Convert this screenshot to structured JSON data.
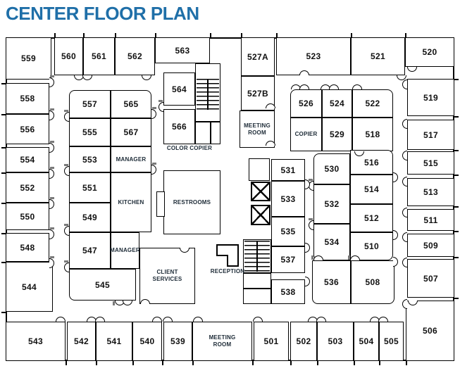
{
  "title": "CENTER FLOOR PLAN",
  "colors": {
    "title": "#1f6fa8",
    "wall": "#000000",
    "room_number": "#111111",
    "room_label": "#1c2a36",
    "door_leaf": "#7a7a7a",
    "background": "#ffffff"
  },
  "icons": {
    "stairs-icon": "hatched-tread-lines",
    "elevator-icon": "box-with-diagonal-cross",
    "reception-desk-icon": "L-shaped-counter",
    "door-icon": "semicircle-swing-arc"
  },
  "rooms": [
    {
      "id": "559",
      "label": "559"
    },
    {
      "id": "560",
      "label": "560"
    },
    {
      "id": "561",
      "label": "561"
    },
    {
      "id": "562",
      "label": "562"
    },
    {
      "id": "563",
      "label": "563"
    },
    {
      "id": "527A",
      "label": "527A"
    },
    {
      "id": "523",
      "label": "523"
    },
    {
      "id": "521",
      "label": "521"
    },
    {
      "id": "520",
      "label": "520"
    },
    {
      "id": "558",
      "label": "558"
    },
    {
      "id": "556",
      "label": "556"
    },
    {
      "id": "554",
      "label": "554"
    },
    {
      "id": "552",
      "label": "552"
    },
    {
      "id": "550",
      "label": "550"
    },
    {
      "id": "548",
      "label": "548"
    },
    {
      "id": "544",
      "label": "544"
    },
    {
      "id": "543",
      "label": "543"
    },
    {
      "id": "542",
      "label": "542"
    },
    {
      "id": "541",
      "label": "541"
    },
    {
      "id": "540",
      "label": "540"
    },
    {
      "id": "539",
      "label": "539"
    },
    {
      "id": "501",
      "label": "501"
    },
    {
      "id": "502",
      "label": "502"
    },
    {
      "id": "503",
      "label": "503"
    },
    {
      "id": "504",
      "label": "504"
    },
    {
      "id": "505",
      "label": "505"
    },
    {
      "id": "506",
      "label": "506"
    },
    {
      "id": "507",
      "label": "507"
    },
    {
      "id": "509",
      "label": "509"
    },
    {
      "id": "511",
      "label": "511"
    },
    {
      "id": "513",
      "label": "513"
    },
    {
      "id": "515",
      "label": "515"
    },
    {
      "id": "517",
      "label": "517"
    },
    {
      "id": "519",
      "label": "519"
    },
    {
      "id": "527B",
      "label": "527B"
    },
    {
      "id": "557",
      "label": "557"
    },
    {
      "id": "565",
      "label": "565"
    },
    {
      "id": "555",
      "label": "555"
    },
    {
      "id": "567",
      "label": "567"
    },
    {
      "id": "553",
      "label": "553"
    },
    {
      "id": "551",
      "label": "551"
    },
    {
      "id": "549",
      "label": "549"
    },
    {
      "id": "547",
      "label": "547"
    },
    {
      "id": "545",
      "label": "545"
    },
    {
      "id": "564",
      "label": "564"
    },
    {
      "id": "566",
      "label": "566"
    },
    {
      "id": "526",
      "label": "526"
    },
    {
      "id": "524",
      "label": "524"
    },
    {
      "id": "522",
      "label": "522"
    },
    {
      "id": "529",
      "label": "529"
    },
    {
      "id": "518",
      "label": "518"
    },
    {
      "id": "530",
      "label": "530"
    },
    {
      "id": "532",
      "label": "532"
    },
    {
      "id": "534",
      "label": "534"
    },
    {
      "id": "516",
      "label": "516"
    },
    {
      "id": "514",
      "label": "514"
    },
    {
      "id": "512",
      "label": "512"
    },
    {
      "id": "510",
      "label": "510"
    },
    {
      "id": "536",
      "label": "536"
    },
    {
      "id": "508",
      "label": "508"
    },
    {
      "id": "531",
      "label": "531"
    },
    {
      "id": "533",
      "label": "533"
    },
    {
      "id": "535",
      "label": "535"
    },
    {
      "id": "537",
      "label": "537"
    },
    {
      "id": "538",
      "label": "538"
    },
    {
      "id": "manager-1",
      "label": "MANAGER"
    },
    {
      "id": "kitchen",
      "label": "KITCHEN"
    },
    {
      "id": "manager-2",
      "label": "MANAGER"
    },
    {
      "id": "client-services",
      "label": "CLIENT SERVICES"
    },
    {
      "id": "restrooms",
      "label": "RESTROOMS"
    },
    {
      "id": "meeting-room-top",
      "label": "MEETING ROOM"
    },
    {
      "id": "meeting-room-bottom",
      "label": "MEETING ROOM"
    },
    {
      "id": "color-copier",
      "label": "COLOR COPIER"
    },
    {
      "id": "copier",
      "label": "COPIER"
    },
    {
      "id": "reception",
      "label": "RECEPTION"
    }
  ]
}
